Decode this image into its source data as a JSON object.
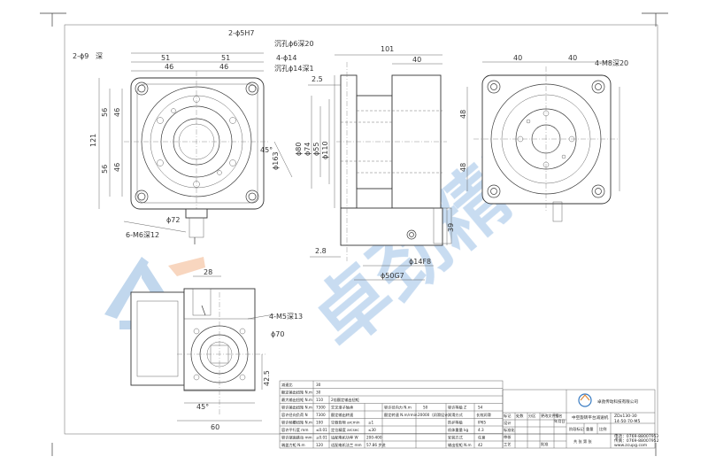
{
  "drawing": {
    "front_dims": [
      "2-ϕ5H7",
      "沉孔ϕ6深20",
      "2-ϕ9",
      "深",
      "51",
      "51",
      "46",
      "46",
      "4-ϕ14",
      "沉孔ϕ14深1",
      "56",
      "56",
      "46",
      "46",
      "121",
      "ϕ163",
      "ϕ72",
      "6-M6深12",
      "45°"
    ],
    "side_dims": [
      "101",
      "40",
      "2.5",
      "ϕ74",
      "ϕ55",
      "ϕ110",
      "ϕ80",
      "39",
      "2.8",
      "ϕ14F8",
      "ϕ50G7"
    ],
    "right_dims": [
      "40",
      "40",
      "4-M8深20",
      "48",
      "48"
    ],
    "bottom_dims": [
      "28",
      "4-M5深13",
      "ϕ70",
      "42.5",
      "45°",
      "60"
    ],
    "watermark": "卓劲精密"
  },
  "spec_table": {
    "rows": [
      [
        "减速比",
        "30",
        "",
        "",
        "",
        "",
        "",
        ""
      ],
      [
        "额定输出扭矩 N.m",
        "30",
        "",
        "",
        "",
        "",
        "",
        ""
      ],
      [
        "最大输出扭矩 N.m",
        "110",
        "2倍额定输出扭矩",
        "",
        "",
        "",
        "",
        ""
      ],
      [
        "容许输出扭矩 N.m",
        "7300",
        "交叉滚子轴承",
        "",
        "容许径向力 N.m",
        "50",
        "容许等级 Z",
        "54"
      ],
      [
        "容许径向负荷 N",
        "7300",
        "额定输出转速",
        "",
        "额定转速 N.m/rmin",
        "20000（润滑设计）",
        "润滑方式",
        "长效润滑"
      ],
      [
        "容许倾覆扭矩 N.m",
        "100",
        "空载背隙 arcmin",
        "≤1",
        "",
        "",
        "防护等级",
        "IP65"
      ],
      [
        "容许平行度 mm",
        "≤0.01",
        "定位精度 arcsec",
        "≤30",
        "",
        "",
        "机体重量 kg",
        "4.3"
      ],
      [
        "容许端面跳动 mm",
        "≤0.01",
        "适配电机功率 W",
        "200-400",
        "",
        "",
        "安装方式",
        "任意"
      ],
      [
        "端盖力矩 N.m",
        "120",
        "适配电机法兰 mm",
        "57.86 步进",
        "",
        "",
        "输出扭矩 N.m",
        "42"
      ]
    ]
  },
  "title_block": {
    "company": "卓劲传动科技有限公司",
    "product": "中空旋转平台减速机",
    "model": "ZDx130-30",
    "drawing_no": "14-50-70-M5",
    "phone": "电话：0769-88007952",
    "fax": "传真：0769-88007952",
    "web": "www.zcupg.com",
    "labels": [
      "标记",
      "处数",
      "分区",
      "更改文件号",
      "签名",
      "年月日",
      "设计",
      "标准化",
      "阶段标记",
      "重量",
      "比例",
      "审核",
      "工艺",
      "批准",
      "共  张   第   张"
    ]
  }
}
